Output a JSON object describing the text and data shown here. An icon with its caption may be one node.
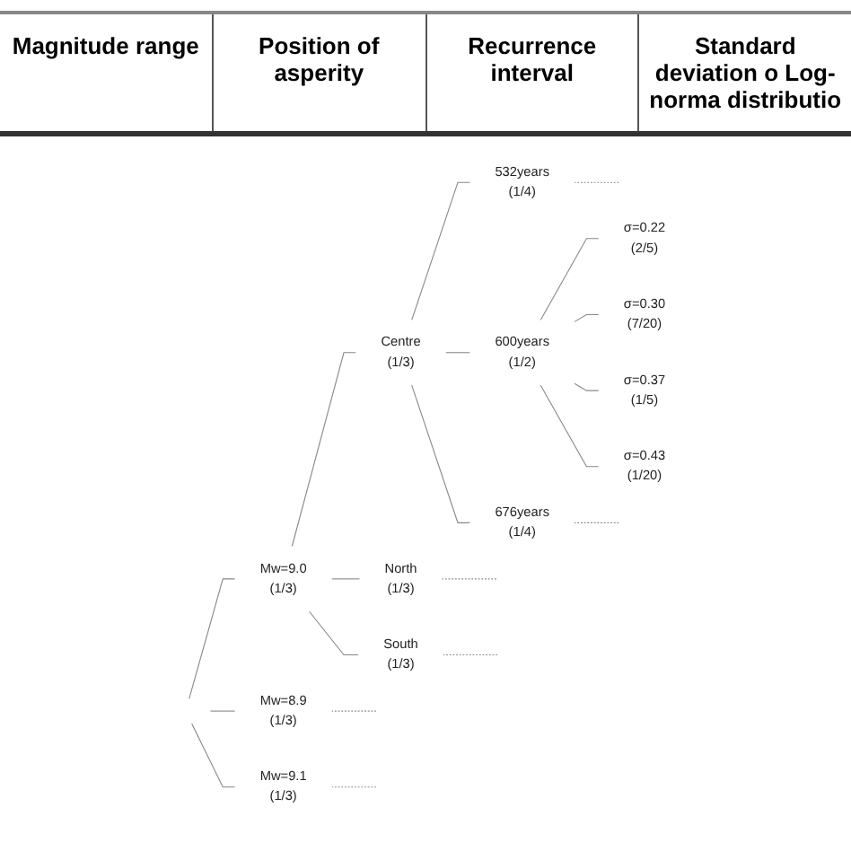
{
  "diagram": {
    "nodes": [
      {
        "text": [
          "Mw=8.9",
          "(1/3)"
        ]
      },
      {
        "text": [
          "Mw=9.0",
          "(1/3)"
        ]
      },
      {
        "text": [
          "Mw=9.1",
          "(1/3)"
        ]
      },
      {
        "text": [
          "North",
          "(1/3)"
        ]
      },
      {
        "text": [
          "Centre",
          "(1/3)"
        ]
      },
      {
        "text": [
          "South",
          "(1/3)"
        ]
      },
      {
        "text": [
          "532years",
          "(1/4)"
        ]
      },
      {
        "text": [
          "600years",
          "(1/2)"
        ]
      },
      {
        "text": [
          "676years",
          "(1/4)"
        ]
      },
      {
        "text": [
          "σ=0.22",
          "(2/5)"
        ]
      },
      {
        "text": [
          "σ=0.30",
          "(7/20)"
        ]
      },
      {
        "text": [
          "σ=0.37",
          "(1/5)"
        ]
      },
      {
        "text": [
          "σ=0.43",
          "(1/20)"
        ]
      }
    ],
    "edges": [
      {
        "from": null,
        "to": 0,
        "arrow": "none"
      },
      {
        "from": null,
        "to": 1,
        "arrow": "none"
      },
      {
        "from": null,
        "to": 2,
        "arrow": "none"
      },
      {
        "from": 0,
        "to": null,
        "arrow": "none",
        "style": "dashed"
      },
      {
        "from": 2,
        "to": null,
        "arrow": "none",
        "style": "dashed"
      },
      {
        "from": 1,
        "to": 3,
        "arrow": "none"
      },
      {
        "from": 1,
        "to": 4,
        "arrow": "none"
      },
      {
        "from": 1,
        "to": 5,
        "arrow": "none"
      },
      {
        "from": 3,
        "to": null,
        "arrow": "none",
        "style": "dashed"
      },
      {
        "from": 5,
        "to": null,
        "arrow": "none",
        "style": "dashed"
      },
      {
        "from": 4,
        "to": 6,
        "arrow": "none"
      },
      {
        "from": 4,
        "to": 7,
        "arrow": "none"
      },
      {
        "from": 4,
        "to": 8,
        "arrow": "none"
      },
      {
        "from": 6,
        "to": null,
        "arrow": "none",
        "style": "dashed"
      },
      {
        "from": 8,
        "to": null,
        "arrow": "none",
        "style": "dashed"
      },
      {
        "from": 7,
        "to": 9,
        "arrow": "none"
      },
      {
        "from": 7,
        "to": 10,
        "arrow": "none"
      },
      {
        "from": 7,
        "to": 11,
        "arrow": "none"
      },
      {
        "from": 7,
        "to": 12,
        "arrow": "none"
      }
    ],
    "labels": [
      "Magnitude range",
      "Position of asperity",
      "Recurrence interval",
      "Standard deviation o Log-norma distributio"
    ]
  }
}
